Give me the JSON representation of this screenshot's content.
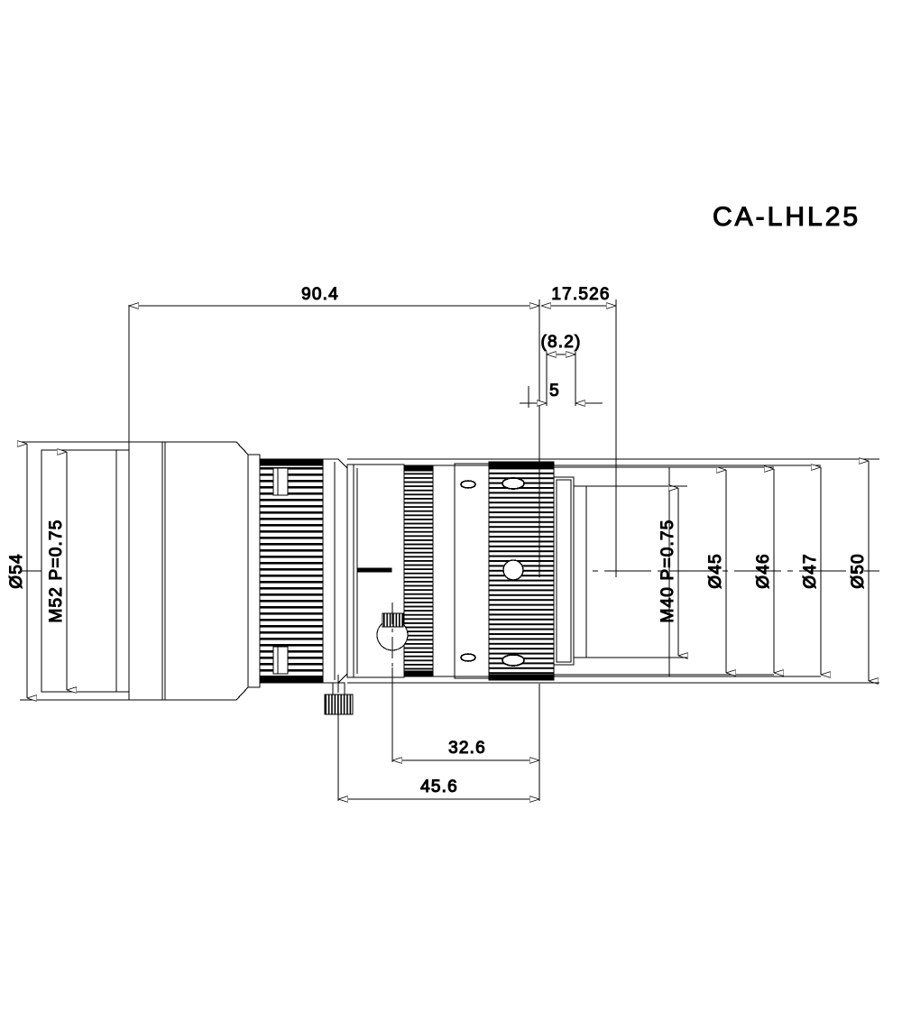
{
  "drawing": {
    "title": "CA-LHL25",
    "type": "mechanical-dimension-drawing",
    "subject": "lens assembly side view",
    "units": "mm"
  },
  "dimensions": {
    "top": [
      {
        "name": "overall-front-length",
        "label": "90.4"
      },
      {
        "name": "rear-section-length",
        "label": "17.526"
      },
      {
        "name": "reference-length",
        "label": "(8.2)"
      },
      {
        "name": "flange-step",
        "label": "5"
      }
    ],
    "left": [
      {
        "name": "hood-outer-diameter",
        "label": "Ø54"
      },
      {
        "name": "front-thread",
        "label": "M52 P=0.75"
      }
    ],
    "right": [
      {
        "name": "rear-thread",
        "label": "M40 P=0.75"
      },
      {
        "name": "diameter-45",
        "label": "Ø45"
      },
      {
        "name": "diameter-46",
        "label": "Ø46"
      },
      {
        "name": "diameter-47",
        "label": "Ø47"
      },
      {
        "name": "diameter-50",
        "label": "Ø50"
      }
    ],
    "bottom": [
      {
        "name": "knob-to-rear",
        "label": "32.6"
      },
      {
        "name": "thumbscrew-to-rear",
        "label": "45.6"
      }
    ]
  }
}
